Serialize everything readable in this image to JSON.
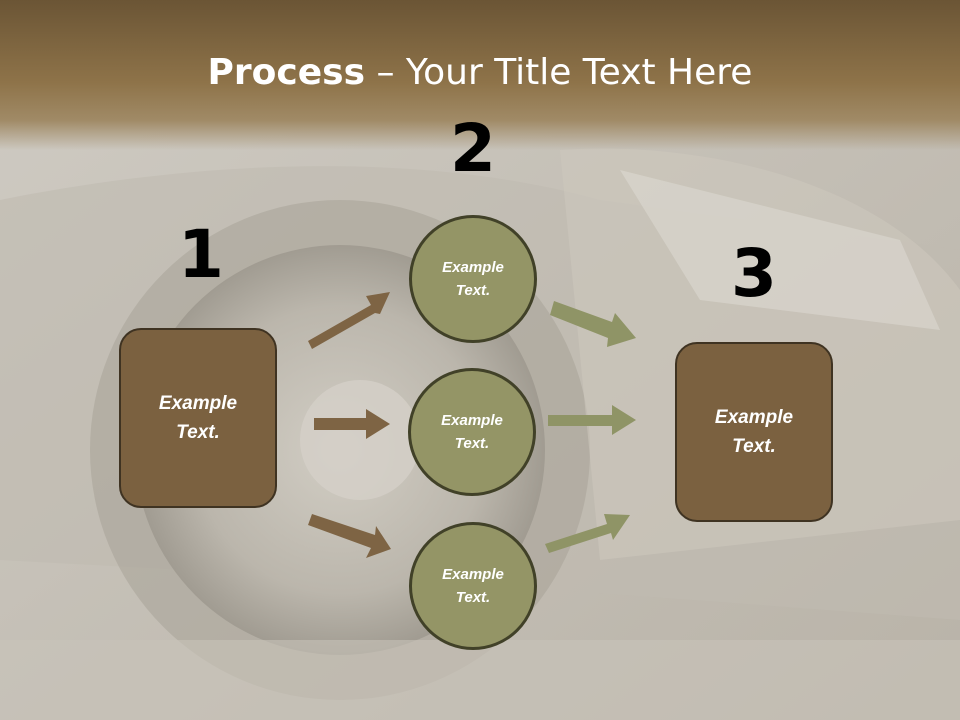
{
  "slide": {
    "title_bold": "Process",
    "title_rest": " – Your Title Text Here",
    "steps": [
      "1",
      "2",
      "3"
    ],
    "left_box": "Example\nText.",
    "right_box": "Example\nText.",
    "circles": [
      "Example\nText.",
      "Example\nText.",
      "Example\nText."
    ]
  },
  "colors": {
    "brown_box": "#7b6140",
    "olive_circle": "#949566",
    "brown_arrow": "#7e6444",
    "olive_arrow": "#8f9466"
  }
}
